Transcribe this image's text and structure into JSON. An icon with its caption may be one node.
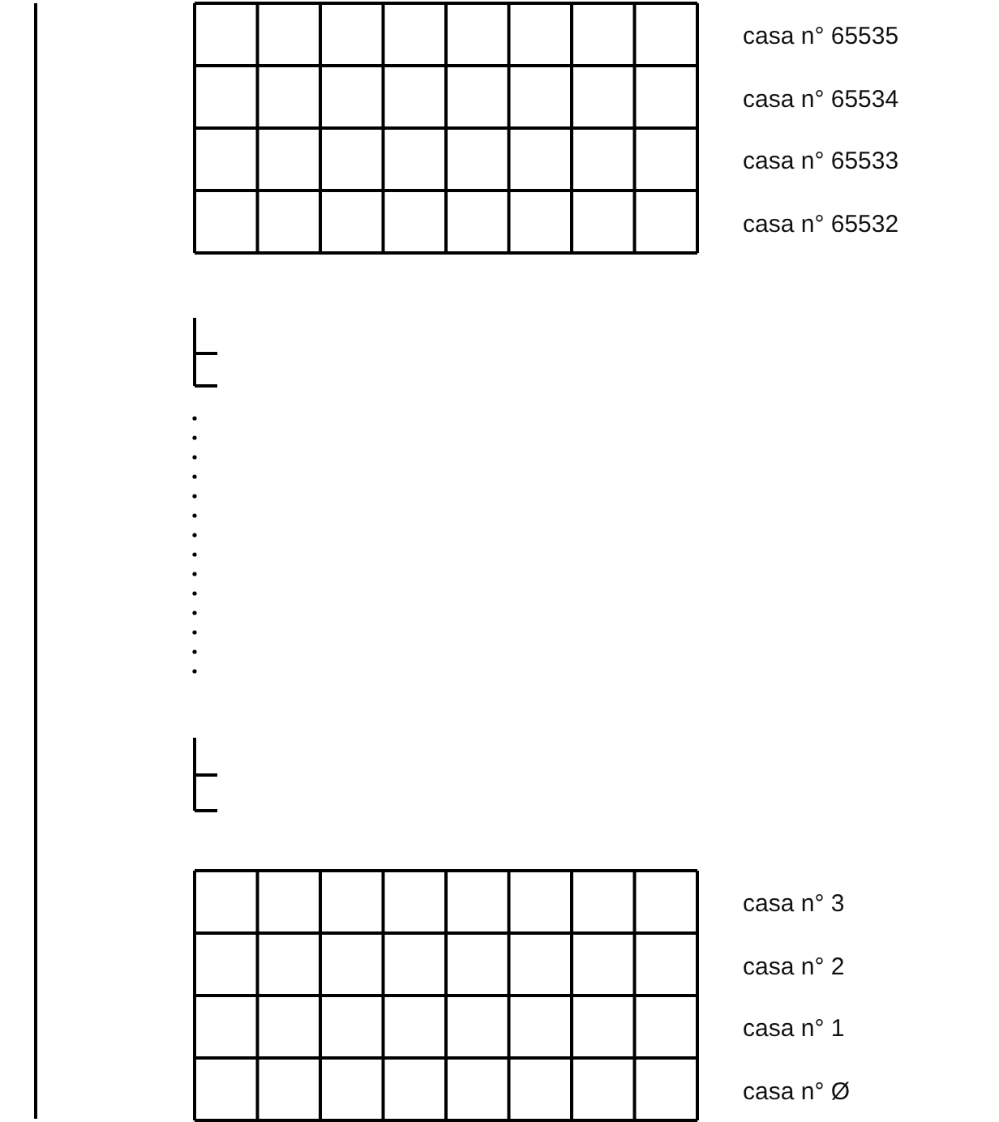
{
  "diagram": {
    "labels": [
      "casa n° 65535",
      "casa n° 65534",
      "casa n° 65533",
      "casa n° 65532",
      "casa n° 3",
      "casa n° 2",
      "casa n° 1",
      "casa n° Ø"
    ]
  }
}
